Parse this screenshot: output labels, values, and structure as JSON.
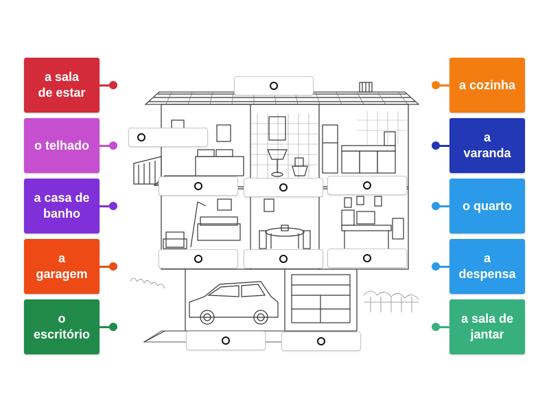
{
  "left_tiles": [
    {
      "label": "a sala\nde estar",
      "color": "#d42b3a"
    },
    {
      "label": "o telhado",
      "color": "#c64fd0"
    },
    {
      "label": "a casa de\nbanho",
      "color": "#7f30d9"
    },
    {
      "label": "a\ngaragem",
      "color": "#ee4a15"
    },
    {
      "label": "o\nescritório",
      "color": "#218a4a"
    }
  ],
  "right_tiles": [
    {
      "label": "a cozinha",
      "color": "#f47d12"
    },
    {
      "label": "a\nvaranda",
      "color": "#2238b4"
    },
    {
      "label": "o quarto",
      "color": "#2b9ae8"
    },
    {
      "label": "a\ndespensa",
      "color": "#2b9ae8"
    },
    {
      "label": "a sala de\njantar",
      "color": "#37b07e"
    }
  ],
  "drop_slots": 10
}
